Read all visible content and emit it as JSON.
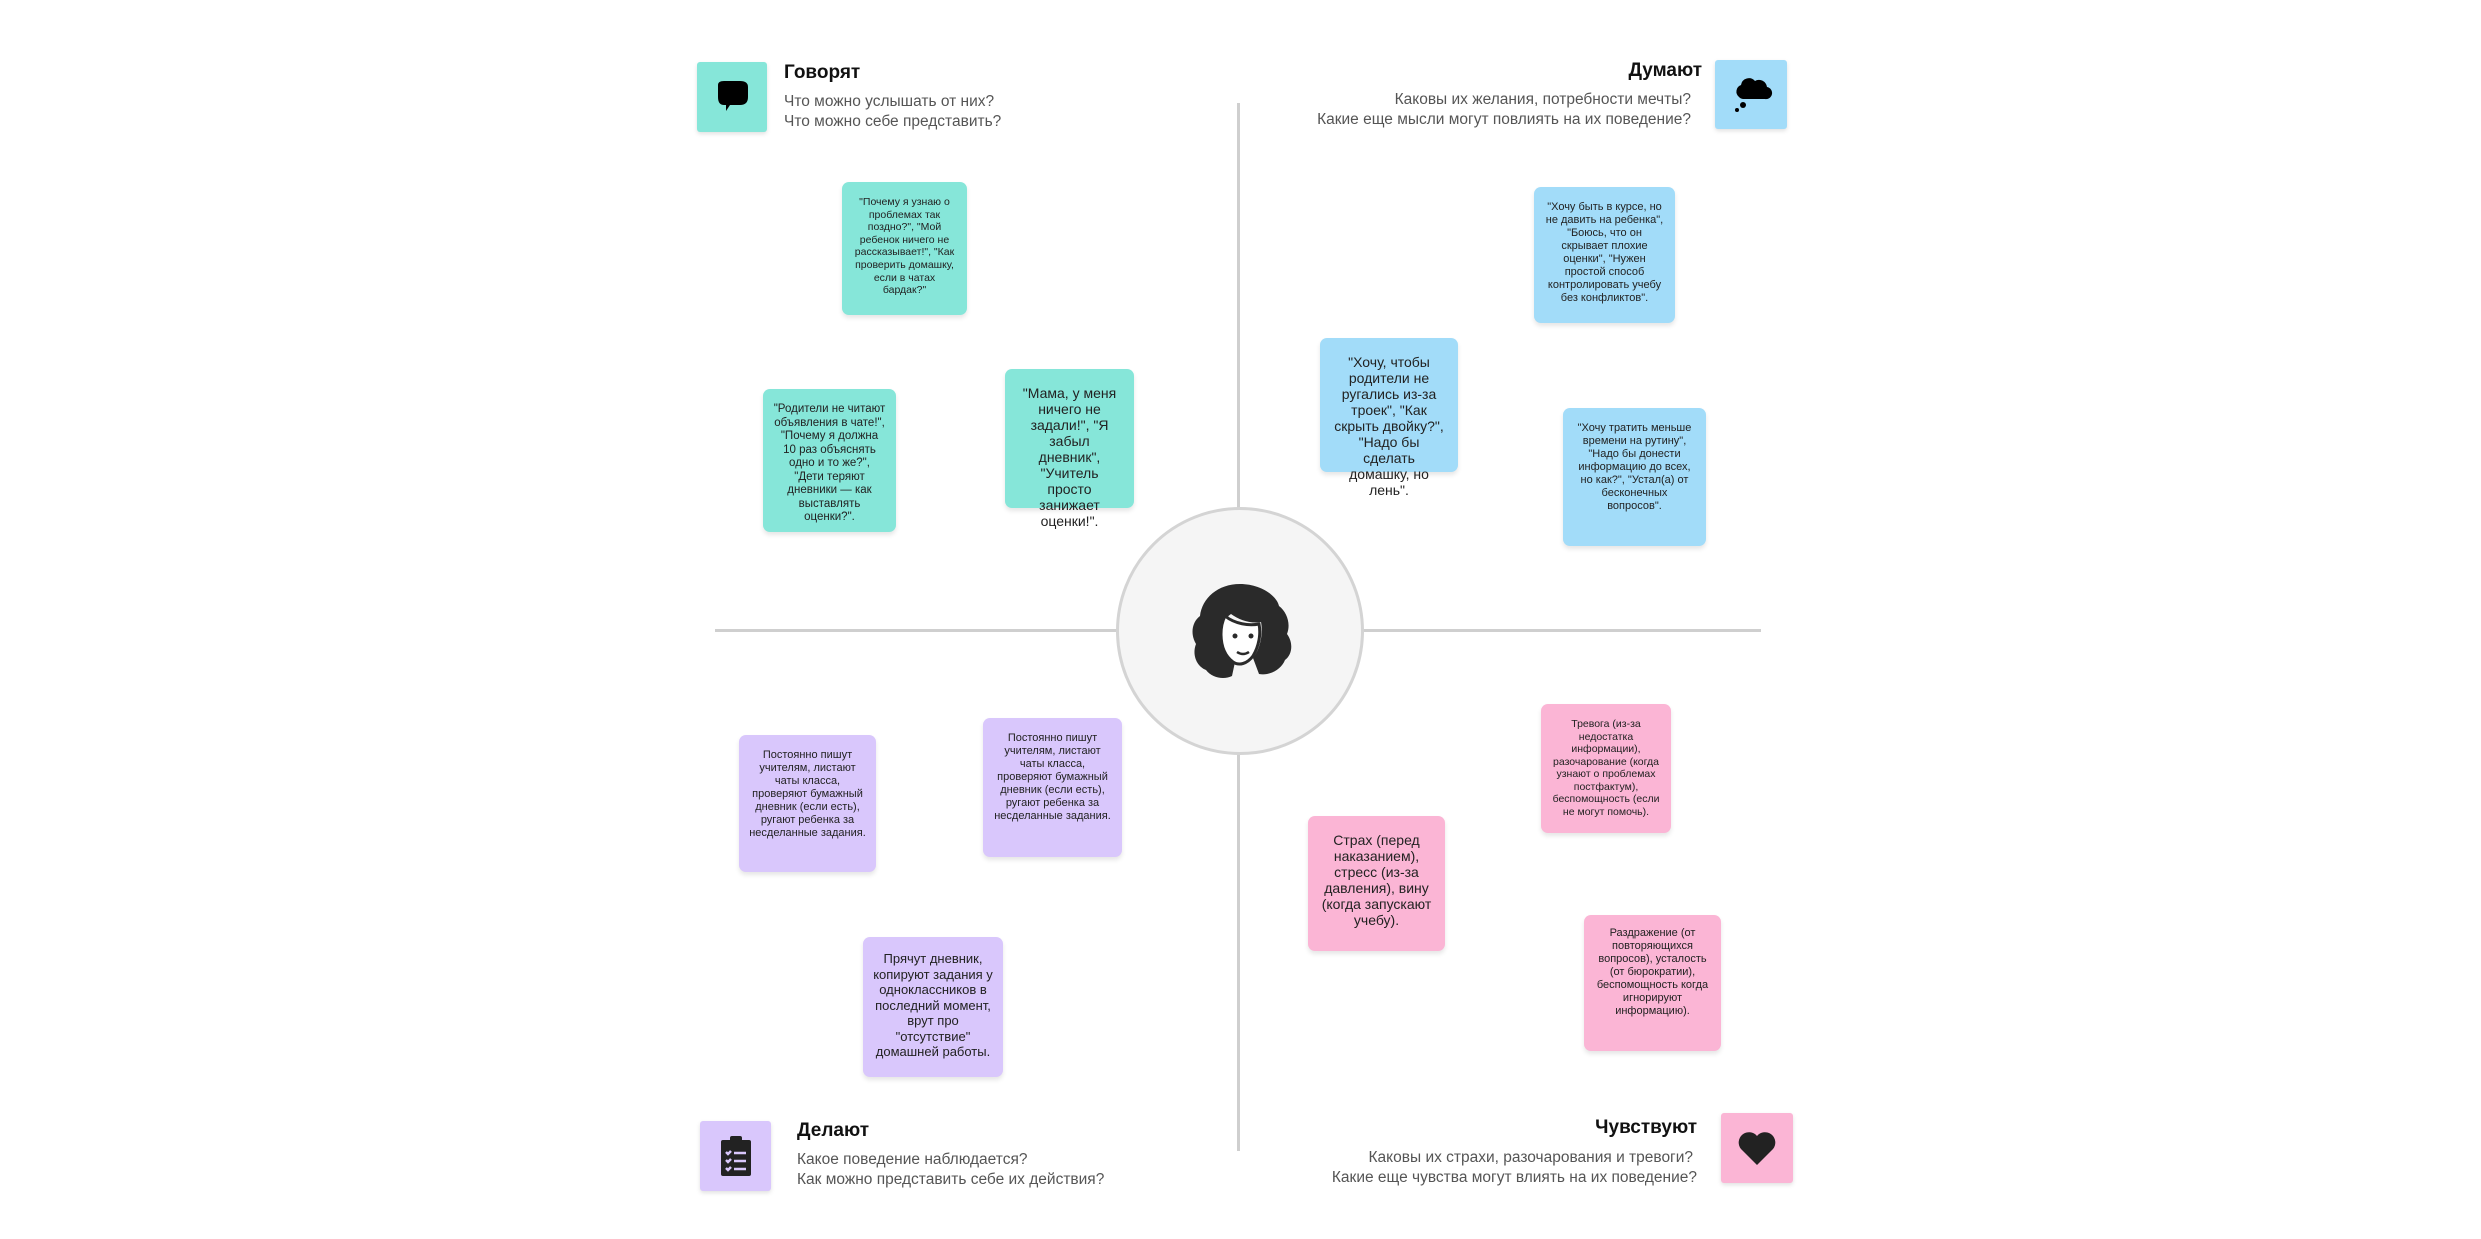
{
  "colors": {
    "says": "#86e6d9",
    "thinks": "#a2dcf9",
    "does": "#d9c7fc",
    "feels": "#fbb5d5"
  },
  "center": {
    "icon": "person-face-icon"
  },
  "quadrants": {
    "says": {
      "title": "Говорят",
      "subtitle1": "Что можно услышать от них?",
      "subtitle2": "Что можно себе представить?",
      "icon": "speech-bubble-icon",
      "notes": [
        "\"Почему я узнаю о проблемах так поздно?\", \"Мой ребенок ничего не рассказывает!\", \"Как проверить домашку, если в чатах бардак?\"",
        "\"Родители не читают объявления в чате!\", \"Почему я должна 10 раз объяснять одно и то же?\", \"Дети теряют дневники — как выставлять оценки?\".",
        "\"Мама, у меня ничего не задали!\", \"Я забыл дневник\", \"Учитель просто занижает оценки!\"."
      ]
    },
    "thinks": {
      "title": "Думают",
      "subtitle1": "Каковы их желания, потребности мечты?",
      "subtitle2": "Какие еще мысли могут повлиять на их поведение?",
      "icon": "thought-cloud-icon",
      "notes": [
        "\"Хочу быть в курсе, но не давить на ребенка\", \"Боюсь, что он скрывает плохие оценки\", \"Нужен простой способ контролировать учебу без конфликтов\".",
        "\"Хочу, чтобы родители не ругались из-за троек\", \"Как скрыть двойку?\", \"Надо бы сделать домашку, но лень\".",
        "\"Хочу тратить меньше времени на рутину\", \"Надо бы донести информацию до всех, но как?\", \"Устал(а) от бесконечных вопросов\"."
      ]
    },
    "does": {
      "title": "Делают",
      "subtitle1": "Какое поведение наблюдается?",
      "subtitle2": "Как можно представить себе их действия?",
      "icon": "clipboard-checklist-icon",
      "notes": [
        "Постоянно пишут учителям, листают чаты класса, проверяют бумажный дневник (если есть), ругают ребенка за несделанные задания.",
        "Постоянно пишут учителям, листают чаты класса, проверяют бумажный дневник (если есть), ругают ребенка за несделанные задания.",
        "Прячут дневник, копируют задания у одноклассников в последний момент, врут про \"отсутствие\" домашней работы."
      ]
    },
    "feels": {
      "title": "Чувствуют",
      "subtitle1": "Каковы их страхи, разочарования и тревоги?",
      "subtitle2": "Какие еще чувства могут влиять на их поведение?",
      "icon": "heart-icon",
      "notes": [
        "Тревога (из-за недостатка информации), разочарование (когда узнают о проблемах постфактум), беспомощность (если не могут помочь).",
        "Страх (перед наказанием), стресс (из-за давления), вину (когда запускают учебу).",
        "Раздражение (от повторяющихся вопросов), усталость (от бюрократии), беспомощность когда игнорируют информацию)."
      ]
    }
  }
}
